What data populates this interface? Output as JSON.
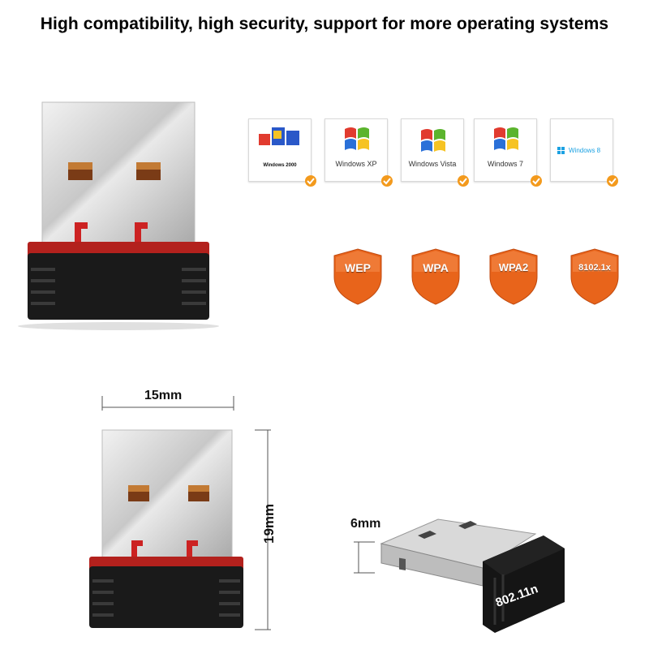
{
  "headline": "High compatibility, high security, support for more operating systems",
  "os_support": [
    {
      "label": "Windows 2000",
      "icon": "windows-2000-icon"
    },
    {
      "label": "Windows XP",
      "icon": "windows-xp-icon"
    },
    {
      "label": "Windows Vista",
      "icon": "windows-vista-icon"
    },
    {
      "label": "Windows 7",
      "icon": "windows-7-icon"
    },
    {
      "label": "Windows 8",
      "icon": "windows-8-icon"
    }
  ],
  "security": [
    {
      "label": "WEP"
    },
    {
      "label": "WPA"
    },
    {
      "label": "WPA2"
    },
    {
      "label": "8102.1x"
    }
  ],
  "dimensions": {
    "width": "15mm",
    "height": "19mm",
    "thickness": "6mm"
  },
  "product_label": "802.11n",
  "colors": {
    "shield": "#e8641b",
    "check": "#f39a1d",
    "connector_red": "#b3211d",
    "body_black": "#1a1a1a"
  }
}
